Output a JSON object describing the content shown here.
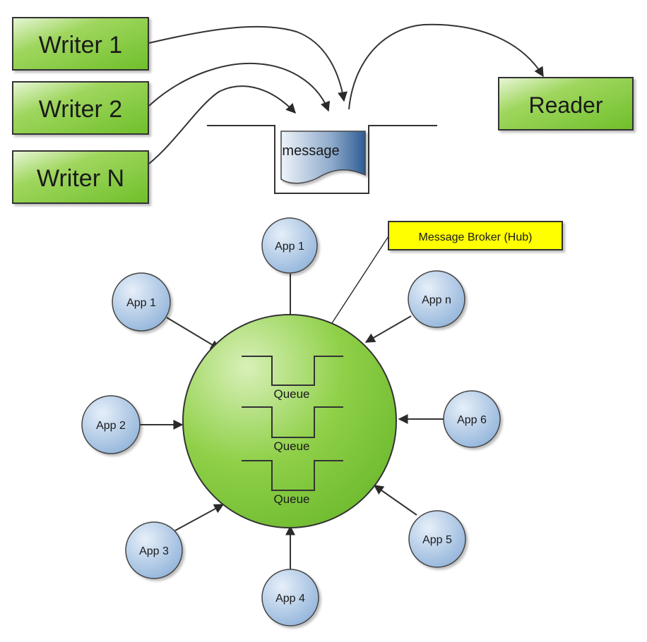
{
  "top_diagram": {
    "writers": [
      {
        "label": "Writer 1"
      },
      {
        "label": "Writer 2"
      },
      {
        "label": "Writer N"
      }
    ],
    "reader": {
      "label": "Reader"
    },
    "message": {
      "label": "message"
    }
  },
  "bottom_diagram": {
    "hub_callout": {
      "label": "Message Broker (Hub)"
    },
    "queues": [
      {
        "label": "Queue"
      },
      {
        "label": "Queue"
      },
      {
        "label": "Queue"
      }
    ],
    "apps": [
      {
        "id": "app-1-top",
        "label": "App 1"
      },
      {
        "id": "app-1-left",
        "label": "App 1"
      },
      {
        "id": "app-n",
        "label": "App n"
      },
      {
        "id": "app-2",
        "label": "App 2"
      },
      {
        "id": "app-6",
        "label": "App 6"
      },
      {
        "id": "app-3",
        "label": "App 3"
      },
      {
        "id": "app-5",
        "label": "App 5"
      },
      {
        "id": "app-4",
        "label": "App 4"
      }
    ]
  },
  "colors": {
    "green_fill": "#7cc63a",
    "blue_node": "#a9c6e6",
    "callout_yellow": "#ffff00",
    "stroke": "#333333"
  }
}
